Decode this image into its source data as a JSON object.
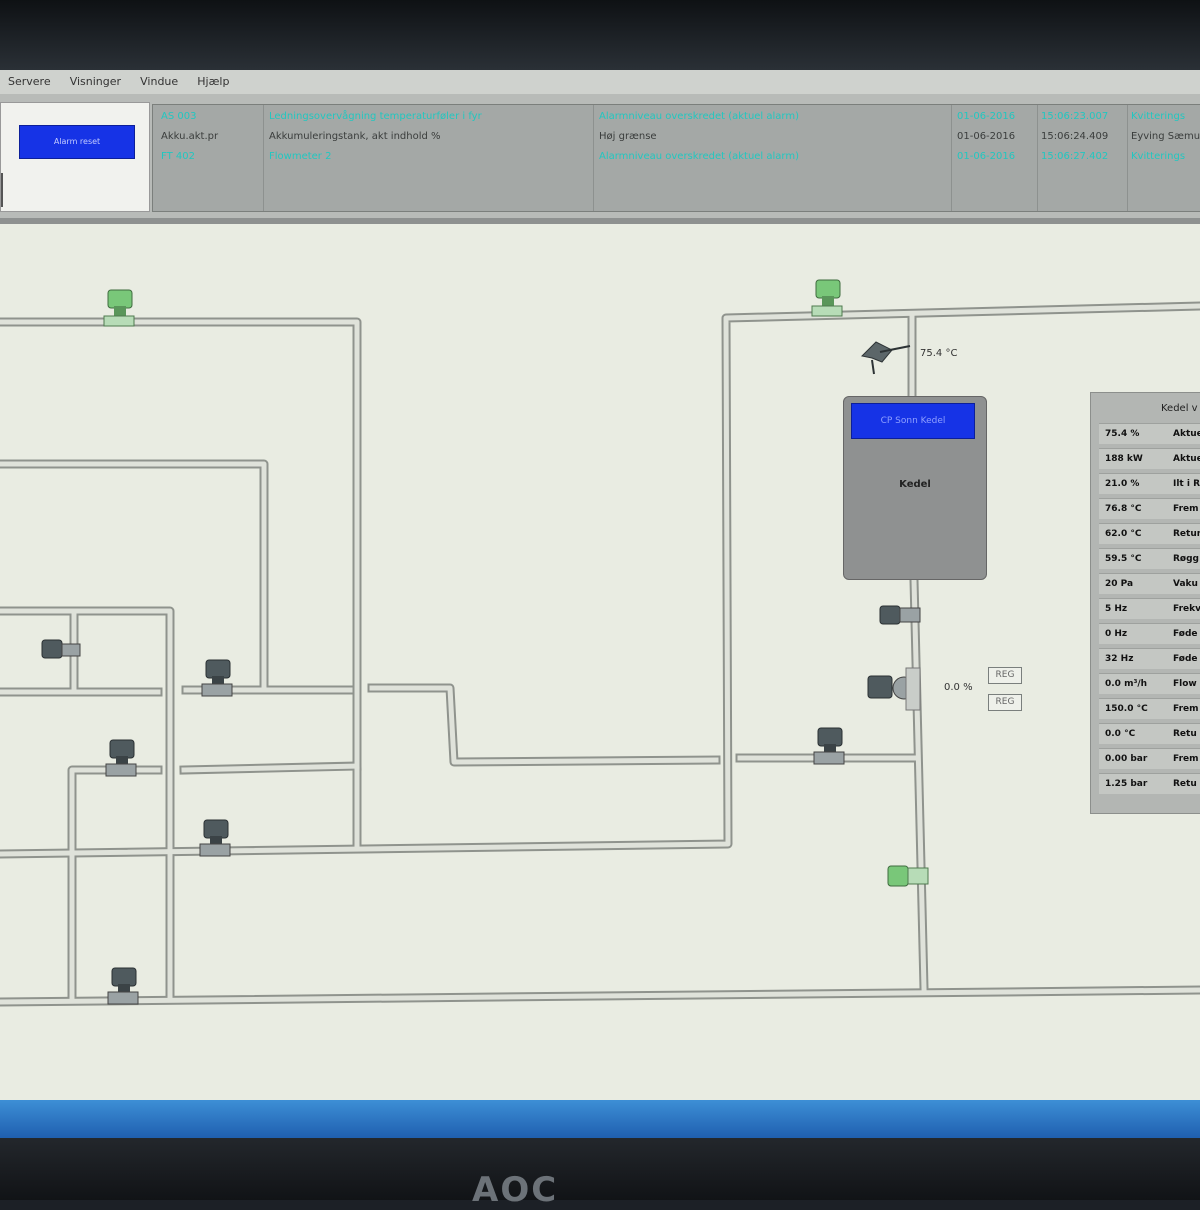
{
  "menu": [
    "Servere",
    "Visninger",
    "Vindue",
    "Hjælp"
  ],
  "toolbar": {
    "alarm_reset_label": "Alarm reset"
  },
  "alarms": [
    {
      "tag": "AS 003",
      "description": "Ledningsovervågning temperaturføler i fyr",
      "type": "Alarmniveau overskredet (aktuel alarm)",
      "date": "01-06-2016",
      "time": "15:06:23.007",
      "user": "Kvitterings",
      "highlight": true
    },
    {
      "tag": "Akku.akt.pr",
      "description": "Akkumuleringstank, akt indhold %",
      "type": "Høj grænse",
      "date": "01-06-2016",
      "time": "15:06:24.409",
      "user": "Eyving Sæmu",
      "highlight": false
    },
    {
      "tag": "FT 402",
      "description": "Flowmeter 2",
      "type": "Alarmniveau overskredet (aktuel alarm)",
      "date": "01-06-2016",
      "time": "15:06:27.402",
      "user": "Kvitterings",
      "highlight": true
    }
  ],
  "boiler": {
    "header": "CP Sonn Kedel",
    "name": "Kedel",
    "temp_reading": "75.4 °C",
    "valve_pct": "0.0 %",
    "reg1": "REG",
    "reg2": "REG"
  },
  "side_panel": {
    "title": "Kedel v",
    "rows": [
      {
        "value": "75.4 %",
        "name": "Aktue"
      },
      {
        "value": "188 kW",
        "name": "Aktue"
      },
      {
        "value": "21.0 %",
        "name": "Ilt i R"
      },
      {
        "value": "76.8 °C",
        "name": "Frem"
      },
      {
        "value": "62.0 °C",
        "name": "Retur"
      },
      {
        "value": "59.5 °C",
        "name": "Røgg"
      },
      {
        "value": "20 Pa",
        "name": "Vaku"
      },
      {
        "value": "5 Hz",
        "name": "Frekv"
      },
      {
        "value": "0 Hz",
        "name": "Føde"
      },
      {
        "value": "32 Hz",
        "name": "Føde"
      },
      {
        "value": "0.0 m³/h",
        "name": "Flow"
      },
      {
        "value": "150.0 °C",
        "name": "Frem"
      },
      {
        "value": "0.0 °C",
        "name": "Retu"
      },
      {
        "value": "0.00 bar",
        "name": "Frem"
      },
      {
        "value": "1.25 bar",
        "name": "Retu"
      }
    ]
  },
  "monitor_brand": "AOC",
  "colors": {
    "pipe": "#d9dcd4",
    "pipe_edge": "#8f938d",
    "valve_green": "#79c779",
    "valve_dark": "#4f5a5e",
    "alarm_blue": "#1633e6"
  }
}
